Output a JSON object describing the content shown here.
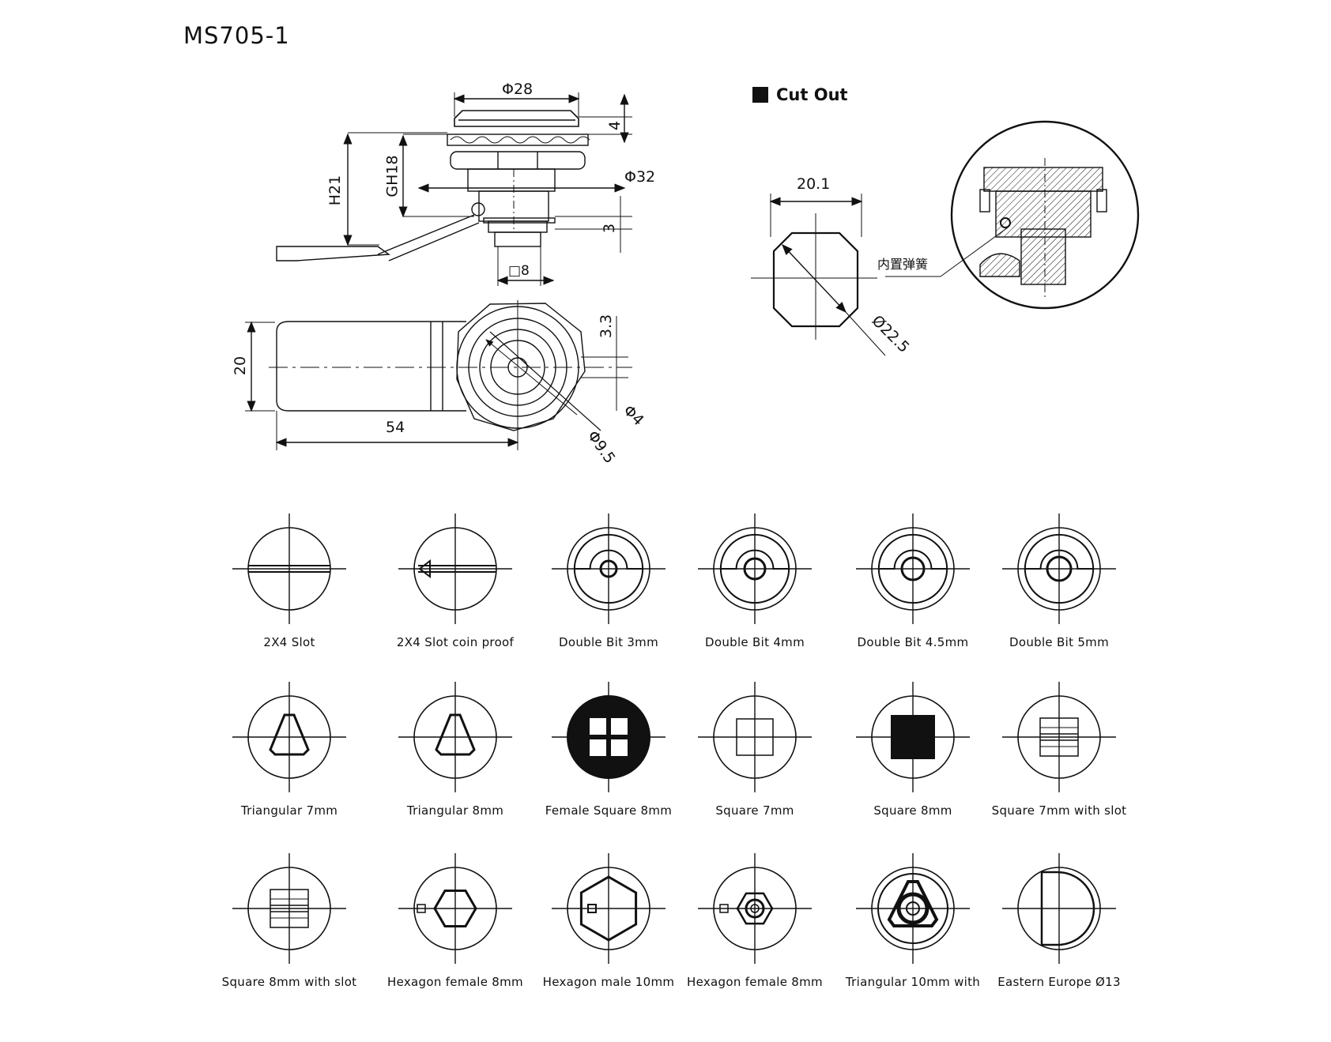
{
  "title": "MS705-1",
  "cutout": {
    "label": "Cut Out",
    "spring_label": "内置弹簧",
    "width": "20.1",
    "diameter": "Ø22.5"
  },
  "dims": {
    "phi28": "Φ28",
    "four": "4",
    "phi32": "Φ32",
    "h21": "H21",
    "gh18": "GH18",
    "three": "3",
    "sq8": "□8",
    "three_three": "3.3",
    "twenty": "20",
    "fifty_four": "54",
    "phi4": "Φ4",
    "phi9_5": "Φ9.5"
  },
  "keys": [
    {
      "label": "2X4 Slot",
      "icon": "slot-icon"
    },
    {
      "label": "2X4 Slot coin proof",
      "icon": "slot-coin-proof-icon"
    },
    {
      "label": "Double Bit 3mm",
      "icon": "double-bit-icon"
    },
    {
      "label": "Double Bit 4mm",
      "icon": "double-bit-icon"
    },
    {
      "label": "Double Bit 4.5mm",
      "icon": "double-bit-icon"
    },
    {
      "label": "Double Bit 5mm",
      "icon": "double-bit-icon"
    },
    {
      "label": "Triangular 7mm",
      "icon": "triangle-icon"
    },
    {
      "label": "Triangular 8mm",
      "icon": "triangle-icon"
    },
    {
      "label": "Female Square 8mm",
      "icon": "female-square-icon"
    },
    {
      "label": "Square 7mm",
      "icon": "square-outline-icon"
    },
    {
      "label": "Square 8mm",
      "icon": "square-filled-icon"
    },
    {
      "label": "Square 7mm with slot",
      "icon": "square-slot-icon"
    },
    {
      "label": "Square 8mm with slot",
      "icon": "square-slot-icon"
    },
    {
      "label": "Hexagon female 8mm",
      "icon": "hexagon-female-icon"
    },
    {
      "label": "Hexagon male 10mm",
      "icon": "hexagon-male-icon"
    },
    {
      "label": "Hexagon female 8mm",
      "icon": "hexagon-female-ring-icon"
    },
    {
      "label": "Triangular 10mm with",
      "icon": "triangle-ring-icon"
    },
    {
      "label": "Eastern Europe Ø13",
      "icon": "d-shape-icon"
    }
  ]
}
